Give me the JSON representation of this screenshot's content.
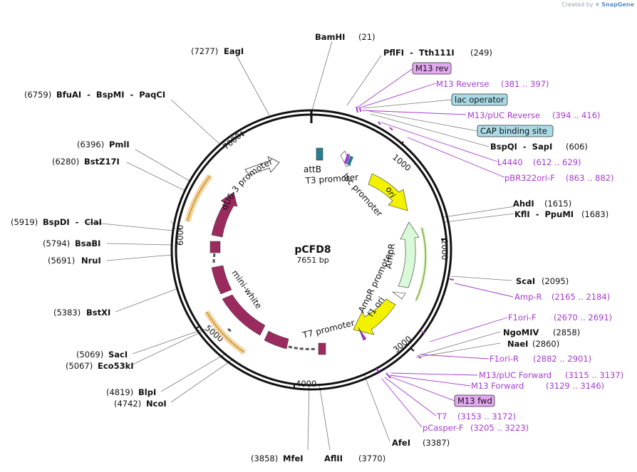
{
  "credit": {
    "prefix": "Created by",
    "brand": "SnapGene"
  },
  "plasmid": {
    "name": "pCFD8",
    "length": "7651 bp"
  },
  "colors": {
    "backbone": "#111111",
    "feature_maroon": "#9b2b5e",
    "feature_yellow": "#f2f200",
    "feature_amp": "#d8fad8",
    "feature_teal": "#2a7f8f",
    "primer_purple": "#a63bd1",
    "orange_arrow": "#f3b24a",
    "box_blue": "#a9dbe6",
    "box_violet": "#e3a8f0"
  },
  "ticks": [
    {
      "text": "1000"
    },
    {
      "text": "2000"
    },
    {
      "text": "3000"
    },
    {
      "text": "4000"
    },
    {
      "text": "5000"
    },
    {
      "text": "6000"
    },
    {
      "text": "7000"
    }
  ],
  "features": {
    "dU6_3_promoter": "dU6-3 promoter",
    "attB": "attB",
    "T3_promoter": "T3 promoter",
    "lac_promoter": "lac promoter",
    "ori": "ori",
    "AmpR": "AmpR",
    "AmpR_promoter": "AmpR promoter",
    "f1_ori": "f1 ori",
    "T7_promoter": "T7 promoter",
    "mini_white": "mini-white"
  },
  "labels": [
    {
      "name": "BamHI",
      "pos": "(21)"
    },
    {
      "name": "EagI",
      "pos": "(7277)"
    },
    {
      "name": "PflFI  -  Tth111I",
      "pos": "(249)"
    },
    {
      "name": "BfuAI  -  BspMI  -  PaqCI",
      "pos": "(6759)"
    },
    {
      "name": "BspQI  -  SapI",
      "pos": "(606)"
    },
    {
      "name": "PmlI",
      "pos": "(6396)"
    },
    {
      "name": "BstZ17I",
      "pos": "(6280)"
    },
    {
      "name": "AhdI",
      "pos": "(1615)"
    },
    {
      "name": "KflI  -  PpuMI",
      "pos": "(1683)"
    },
    {
      "name": "BspDI  -  ClaI",
      "pos": "(5919)"
    },
    {
      "name": "BsaBI",
      "pos": "(5794)"
    },
    {
      "name": "NruI",
      "pos": "(5691)"
    },
    {
      "name": "ScaI",
      "pos": "(2095)"
    },
    {
      "name": "BstXI",
      "pos": "(5383)"
    },
    {
      "name": "NgoMIV",
      "pos": "(2858)"
    },
    {
      "name": "NaeI",
      "pos": "(2860)"
    },
    {
      "name": "SacI",
      "pos": "(5069)"
    },
    {
      "name": "Eco53kI",
      "pos": "(5067)"
    },
    {
      "name": "BlpI",
      "pos": "(4819)"
    },
    {
      "name": "NcoI",
      "pos": "(4742)"
    },
    {
      "name": "AfeI",
      "pos": "(3387)"
    },
    {
      "name": "MfeI",
      "pos": "(3858)"
    },
    {
      "name": "AflII",
      "pos": "(3770)"
    }
  ],
  "primers": [
    {
      "name": "M13 Reverse",
      "range": "(381 .. 397)"
    },
    {
      "name": "M13/pUC Reverse",
      "range": "(394 .. 416)"
    },
    {
      "name": "L4440",
      "range": "(612 .. 629)"
    },
    {
      "name": "pBR322ori-F",
      "range": "(863 .. 882)"
    },
    {
      "name": "Amp-R",
      "range": "(2165 .. 2184)"
    },
    {
      "name": "F1ori-F",
      "range": "(2670 .. 2691)"
    },
    {
      "name": "F1ori-R",
      "range": "(2882 .. 2901)"
    },
    {
      "name": "M13/pUC Forward",
      "range": "(3115 .. 3137)"
    },
    {
      "name": "M13 Forward",
      "range": "(3129 .. 3146)"
    },
    {
      "name": "T7",
      "range": "(3153 .. 3172)"
    },
    {
      "name": "pCasper-F",
      "range": "(3205 .. 3223)"
    }
  ],
  "boxes": {
    "m13_rev": "M13 rev",
    "lac_operator": "lac operator",
    "cap_site": "CAP binding site",
    "m13_fwd": "M13 fwd"
  }
}
